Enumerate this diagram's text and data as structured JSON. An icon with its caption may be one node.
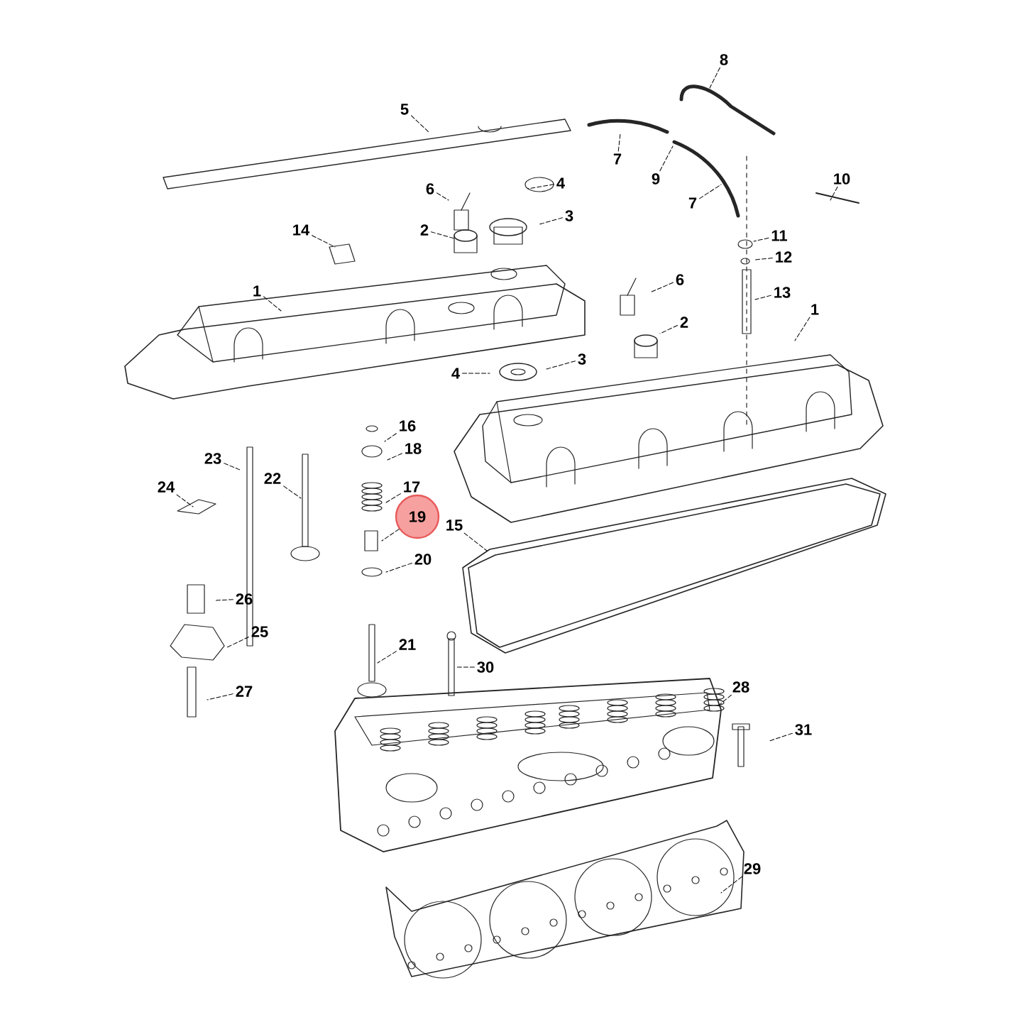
{
  "diagram": {
    "nodes": [
      {
        "text": [
          "8"
        ]
      },
      {
        "text": [
          "5"
        ]
      },
      {
        "text": [
          "7"
        ]
      },
      {
        "text": [
          "9"
        ]
      },
      {
        "text": [
          "4"
        ]
      },
      {
        "text": [
          "10"
        ]
      },
      {
        "text": [
          "6"
        ]
      },
      {
        "text": [
          "7"
        ]
      },
      {
        "text": [
          "3"
        ]
      },
      {
        "text": [
          "14"
        ]
      },
      {
        "text": [
          "2"
        ]
      },
      {
        "text": [
          "11"
        ]
      },
      {
        "text": [
          "12"
        ]
      },
      {
        "text": [
          "1"
        ]
      },
      {
        "text": [
          "6"
        ]
      },
      {
        "text": [
          "13"
        ]
      },
      {
        "text": [
          "1"
        ]
      },
      {
        "text": [
          "2"
        ]
      },
      {
        "text": [
          "3"
        ]
      },
      {
        "text": [
          "4"
        ]
      },
      {
        "text": [
          "16"
        ]
      },
      {
        "text": [
          "18"
        ]
      },
      {
        "text": [
          "23"
        ]
      },
      {
        "text": [
          "22"
        ]
      },
      {
        "text": [
          "17"
        ]
      },
      {
        "text": [
          "24"
        ]
      },
      {
        "text": [
          "19"
        ]
      },
      {
        "text": [
          "15"
        ]
      },
      {
        "text": [
          "20"
        ]
      },
      {
        "text": [
          "26"
        ]
      },
      {
        "text": [
          "25"
        ]
      },
      {
        "text": [
          "21"
        ]
      },
      {
        "text": [
          "30"
        ]
      },
      {
        "text": [
          "27"
        ]
      },
      {
        "text": [
          "28"
        ]
      },
      {
        "text": [
          "31"
        ]
      },
      {
        "text": [
          "29"
        ]
      }
    ],
    "edges": [
      {
        "from": 0,
        "to": null,
        "arrow": "none"
      },
      {
        "from": 1,
        "to": null,
        "arrow": "none"
      },
      {
        "from": 2,
        "to": null,
        "arrow": "none"
      },
      {
        "from": 3,
        "to": null,
        "arrow": "none"
      },
      {
        "from": 4,
        "to": null,
        "arrow": "none"
      },
      {
        "from": 5,
        "to": null,
        "arrow": "none"
      },
      {
        "from": 6,
        "to": null,
        "arrow": "none"
      },
      {
        "from": 7,
        "to": null,
        "arrow": "none"
      },
      {
        "from": 8,
        "to": null,
        "arrow": "none"
      },
      {
        "from": 9,
        "to": null,
        "arrow": "none"
      },
      {
        "from": 10,
        "to": null,
        "arrow": "none"
      },
      {
        "from": 11,
        "to": null,
        "arrow": "none"
      },
      {
        "from": 12,
        "to": null,
        "arrow": "none"
      },
      {
        "from": 13,
        "to": null,
        "arrow": "none"
      },
      {
        "from": 14,
        "to": null,
        "arrow": "none"
      },
      {
        "from": 15,
        "to": null,
        "arrow": "none"
      },
      {
        "from": 16,
        "to": null,
        "arrow": "none"
      },
      {
        "from": 17,
        "to": null,
        "arrow": "none"
      },
      {
        "from": 18,
        "to": null,
        "arrow": "none"
      },
      {
        "from": 19,
        "to": null,
        "arrow": "none"
      },
      {
        "from": 20,
        "to": null,
        "arrow": "none"
      },
      {
        "from": 21,
        "to": null,
        "arrow": "none"
      },
      {
        "from": 22,
        "to": null,
        "arrow": "none"
      },
      {
        "from": 23,
        "to": null,
        "arrow": "none"
      },
      {
        "from": 24,
        "to": null,
        "arrow": "none"
      },
      {
        "from": 25,
        "to": null,
        "arrow": "none"
      },
      {
        "from": 26,
        "to": null,
        "arrow": "none"
      },
      {
        "from": 27,
        "to": null,
        "arrow": "none"
      },
      {
        "from": 28,
        "to": null,
        "arrow": "none"
      },
      {
        "from": 29,
        "to": null,
        "arrow": "none"
      },
      {
        "from": 30,
        "to": null,
        "arrow": "none"
      },
      {
        "from": 31,
        "to": null,
        "arrow": "none"
      },
      {
        "from": 32,
        "to": null,
        "arrow": "none"
      },
      {
        "from": 33,
        "to": null,
        "arrow": "none"
      },
      {
        "from": 34,
        "to": null,
        "arrow": "none"
      },
      {
        "from": 35,
        "to": null,
        "arrow": "none"
      },
      {
        "from": 36,
        "to": null,
        "arrow": "none"
      }
    ]
  }
}
